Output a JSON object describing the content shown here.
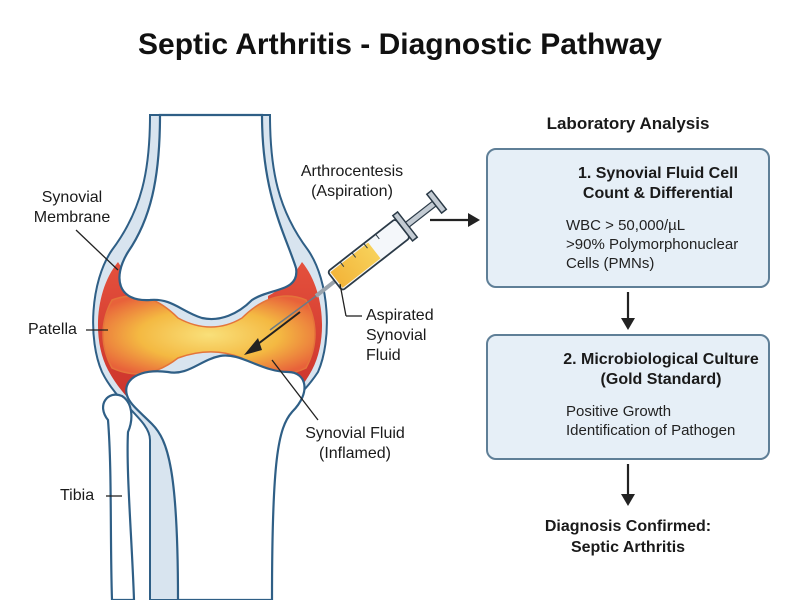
{
  "title": "Septic Arthritis - Diagnostic Pathway",
  "labels": {
    "synovial_membrane": [
      "Synovial",
      "Membrane"
    ],
    "patella": "Patella",
    "tibia": "Tibia",
    "arthrocentesis": [
      "Arthrocentesis",
      "(Aspiration)"
    ],
    "aspirated_fluid": [
      "Aspirated",
      "Synovial",
      "Fluid"
    ],
    "synovial_fluid": [
      "Synovial Fluid",
      "(Inflamed)"
    ]
  },
  "lab": {
    "heading": "Laboratory Analysis",
    "step1": {
      "title": [
        "1. Synovial Fluid Cell",
        "Count & Differential"
      ],
      "lines": [
        "WBC > 50,000/µL",
        ">90% Polymorphonuclear",
        "Cells (PMNs)"
      ],
      "icon": "microscope-icon"
    },
    "step2": {
      "title": [
        "2. Microbiological Culture",
        "(Gold Standard)"
      ],
      "lines": [
        "Positive Growth",
        "Identification of Pathogen"
      ],
      "icon": "petri-dish-icon"
    },
    "conclusion": [
      "Diagnosis Confirmed:",
      "Septic Arthritis"
    ]
  },
  "colors": {
    "box_fill": "#e6eff7",
    "box_border": "#5f7f97",
    "bone_outline": "#2f5f86",
    "capsule_fill": "#d8e4ef",
    "inflamed_red": "#d93a2b",
    "fluid_yellow": "#f6cf4f",
    "arrow": "#222222"
  }
}
